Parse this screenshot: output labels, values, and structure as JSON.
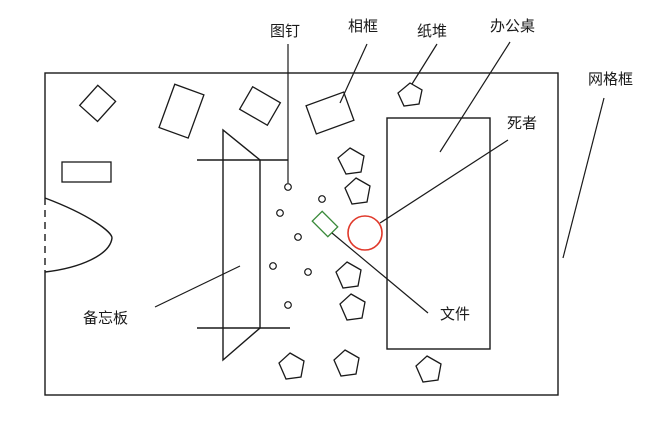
{
  "labels": {
    "pushpin": "图钉",
    "photo_frame": "相框",
    "paper_pile": "纸堆",
    "desk": "办公桌",
    "grid_frame": "网格框",
    "deceased": "死者",
    "memo_board": "备忘板",
    "document": "文件"
  },
  "colors": {
    "line": "#1a1a1a",
    "deceased_marker": "#e0392b",
    "document_marker": "#3a8a3a"
  }
}
